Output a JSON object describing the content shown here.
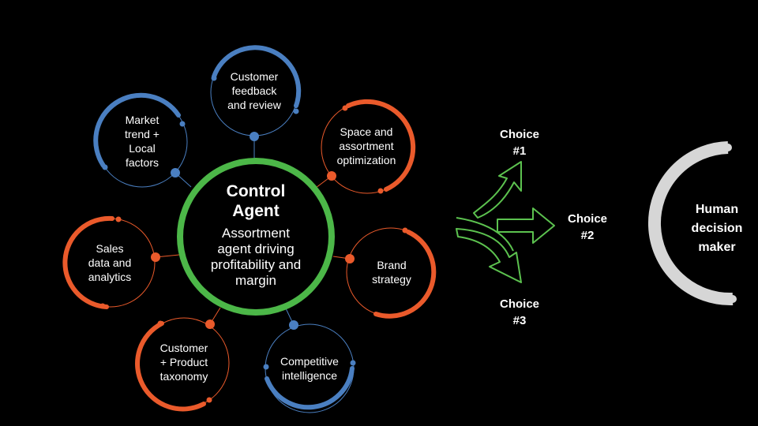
{
  "colors": {
    "center": "#4cb748",
    "blue": "#4a7fc1",
    "orange": "#ea5a2b",
    "arrow": "#5cc24f",
    "human": "#d6d6d6",
    "background": "#000000"
  },
  "center": {
    "title": "Control\nAgent",
    "subtitle": "Assortment\nagent driving\nprofitability and\nmargin"
  },
  "nodes": [
    {
      "id": "customer-feedback",
      "label": "Customer\nfeedback\nand review",
      "color": "blue"
    },
    {
      "id": "space-assortment",
      "label": "Space and\nassortment\noptimization",
      "color": "orange"
    },
    {
      "id": "brand-strategy",
      "label": "Brand\nstrategy",
      "color": "orange"
    },
    {
      "id": "competitive-intelligence",
      "label": "Competitive\nintelligence",
      "color": "blue"
    },
    {
      "id": "customer-product-taxonomy",
      "label": "Customer\n+ Product\ntaxonomy",
      "color": "orange"
    },
    {
      "id": "sales-data",
      "label": "Sales\ndata and\nanalytics",
      "color": "orange"
    },
    {
      "id": "market-trend",
      "label": "Market\ntrend +\nLocal\nfactors",
      "color": "blue"
    }
  ],
  "choices": [
    {
      "id": "choice-1",
      "label": "Choice\n#1"
    },
    {
      "id": "choice-2",
      "label": "Choice\n#2"
    },
    {
      "id": "choice-3",
      "label": "Choice\n#3"
    }
  ],
  "decision_maker": {
    "label": "Human\ndecision\nmaker"
  }
}
